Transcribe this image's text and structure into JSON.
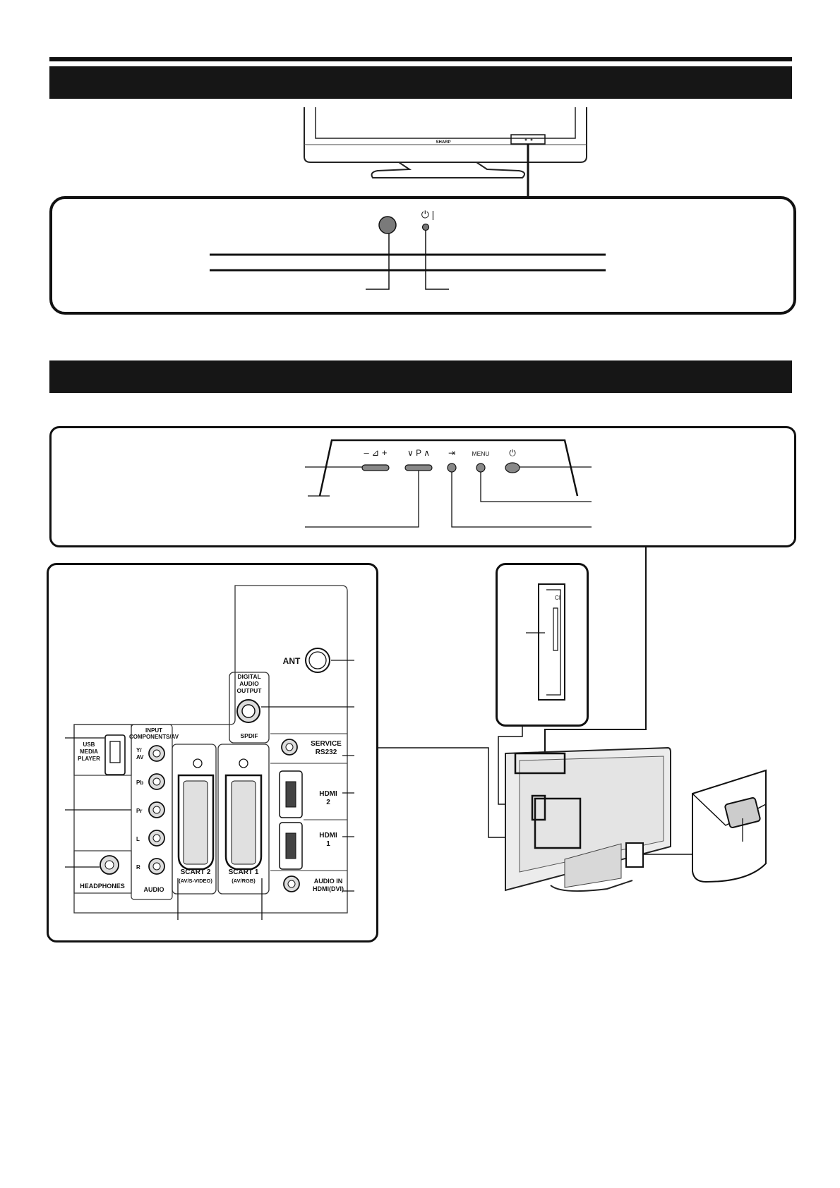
{
  "brand_logo": "SHARP",
  "front_panel": {
    "power_indicator_symbol": "⏻ |"
  },
  "side_controls": {
    "volume": "–  ⊿  +",
    "program": "∨  P  ∧",
    "input_symbol": "⇥",
    "menu": "MENU",
    "power_symbol": "⏻"
  },
  "ci_slot": {
    "label": "CI"
  },
  "rear_terminals": {
    "ant": "ANT",
    "digital_audio_output": [
      "DIGITAL",
      "AUDIO",
      "OUTPUT"
    ],
    "spdif": "SPDIF",
    "service": [
      "SERVICE",
      "RS232"
    ],
    "input_header": [
      "INPUT",
      "COMPONENTS/AV"
    ],
    "usb": [
      "USB",
      "MEDIA",
      "PLAYER"
    ],
    "jack_labels": [
      "Y/",
      "AV",
      "Pb",
      "Pr",
      "L",
      "R"
    ],
    "audio": "AUDIO",
    "headphones": "HEADPHONES",
    "scart2": "SCART 2",
    "scart2_sub": "(AV/S-VIDEO)",
    "scart1": "SCART 1",
    "scart1_sub": "(AV/RGB)",
    "hdmi2": [
      "HDMI",
      "2"
    ],
    "hdmi1": [
      "HDMI",
      "1"
    ],
    "audio_in": [
      "AUDIO IN",
      "HDMI(DVI)"
    ]
  }
}
